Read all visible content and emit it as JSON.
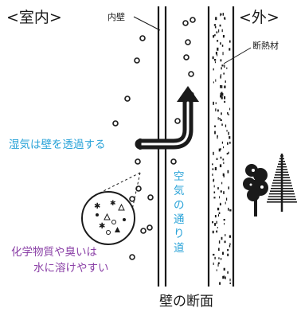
{
  "labels": {
    "indoor": "<室内>",
    "outdoor": "<外>",
    "inner_wall": "内壁",
    "insulation": "断熱材",
    "moisture": "湿気は壁を透過する",
    "air_path_line1": "空",
    "air_path_line2": "気",
    "air_path_line3": "の",
    "air_path_line4": "通",
    "air_path_line5": "り",
    "air_path_line6": "道",
    "chemicals_line1": "化学物質や臭いは",
    "chemicals_line2": "水に溶けやすい",
    "title": "壁の断面"
  },
  "colors": {
    "line": "#1a1a1a",
    "blue_text": "#2aa3d8",
    "purple_text": "#8a3fa6"
  },
  "icons": {
    "arrow": "curved-up-arrow-icon",
    "tree_round": "round-tree-icon",
    "tree_conifer": "conifer-tree-icon",
    "molecule_circle": "molecule-magnifier-icon"
  }
}
